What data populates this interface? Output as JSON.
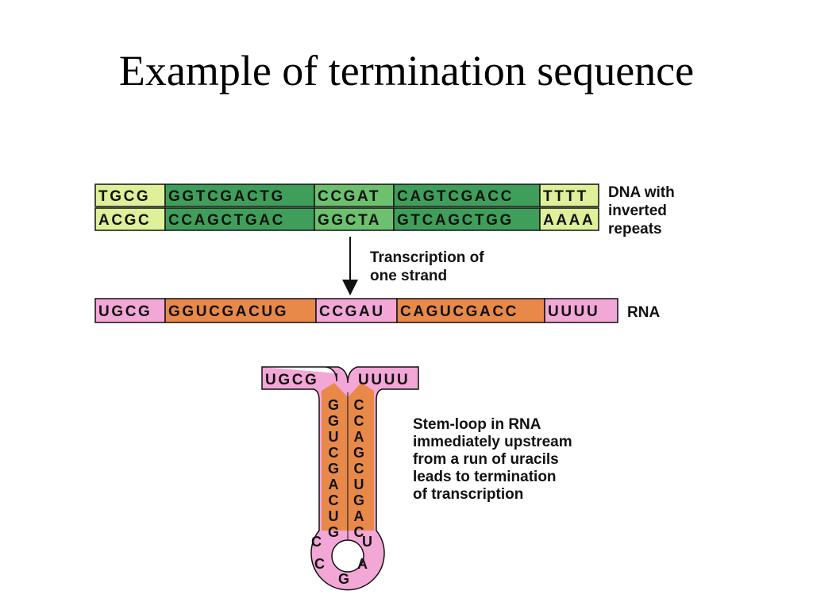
{
  "title": "Example of termination sequence",
  "colors": {
    "dna_end": "#dff09a",
    "dna_repeat": "#3f9f5a",
    "dna_center": "#6cc06e",
    "rna_end": "#f2a7d6",
    "rna_repeat": "#e8894a",
    "rna_center": "#f2a7d6",
    "outline": "#111111"
  },
  "dna": {
    "top": [
      "TGCG",
      "GGTCGACTG",
      "CCGAT",
      "CAGTCGACC",
      "TTTT"
    ],
    "bottom": [
      "ACGC",
      "CCAGCTGAC",
      "GGCTA",
      "GTCAGCTGG",
      "AAAA"
    ],
    "label": [
      "DNA with",
      "inverted",
      "repeats"
    ]
  },
  "transcription_label": [
    "Transcription of",
    "one strand"
  ],
  "rna": {
    "segments": [
      "UGCG",
      "GGUCGACUG",
      "CCGAU",
      "CAGUCGACC",
      "UUUU"
    ],
    "label": "RNA"
  },
  "stem_loop": {
    "left_tail": "UGCG",
    "right_tail": "UUUU",
    "left_stem": "GGUCGACUG",
    "right_stem": "CCAGCUGAC",
    "loop": [
      "C",
      "C",
      "G",
      "A",
      "U"
    ],
    "caption": [
      "Stem-loop in RNA",
      "immediately upstream",
      "from a run of uracils",
      "leads to termination",
      "of transcription"
    ]
  }
}
